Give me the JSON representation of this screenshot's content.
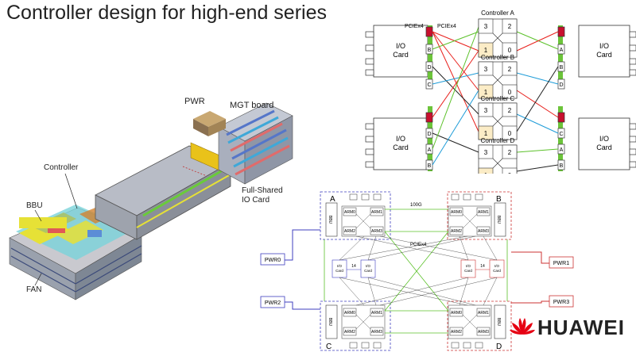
{
  "title": "Controller design for high-end series",
  "hardware": {
    "pwr": "PWR",
    "mgt_board": "MGT board",
    "controller": "Controller",
    "bbu": "BBU",
    "fan": "FAN",
    "io_card_line1": "Full-Shared",
    "io_card_line2": "IO Card"
  },
  "topology": {
    "controllers": [
      "Controller A",
      "Controller B",
      "Controller C",
      "Controller D"
    ],
    "io_card_line1": "I/O",
    "io_card_line2": "Card",
    "pcie_left": "PCIEx4",
    "pcie_right": "PCIEx4",
    "port_labels": [
      "B",
      "D",
      "C",
      "D",
      "A",
      "B"
    ],
    "right_port_labels": [
      "A",
      "B",
      "D",
      "C",
      "A",
      "B"
    ],
    "switch_ports": [
      "3",
      "2",
      "1",
      "0"
    ]
  },
  "enclosure": {
    "corners": [
      "A",
      "B",
      "C",
      "D"
    ],
    "bbu": "BBU",
    "arms": [
      "ARM0",
      "ARM1",
      "ARM2",
      "ARM3"
    ],
    "link_100g": "100G",
    "pcie": "PCIEx4",
    "pwr": [
      "PWR0",
      "PWR2",
      "PWR1",
      "PWR3"
    ],
    "io_card_line1": "I/O",
    "io_card_line2": "Card",
    "io_count": "14"
  },
  "logo": {
    "brand": "HUAWEI",
    "color": "#e60012"
  },
  "colors": {
    "red": "#e8201c",
    "green": "#5cc12a",
    "blue": "#1e9cd8",
    "black": "#222222",
    "box_blue": "#3f3fbf",
    "box_red": "#cc3333",
    "port_fill": "#fbecc6"
  }
}
